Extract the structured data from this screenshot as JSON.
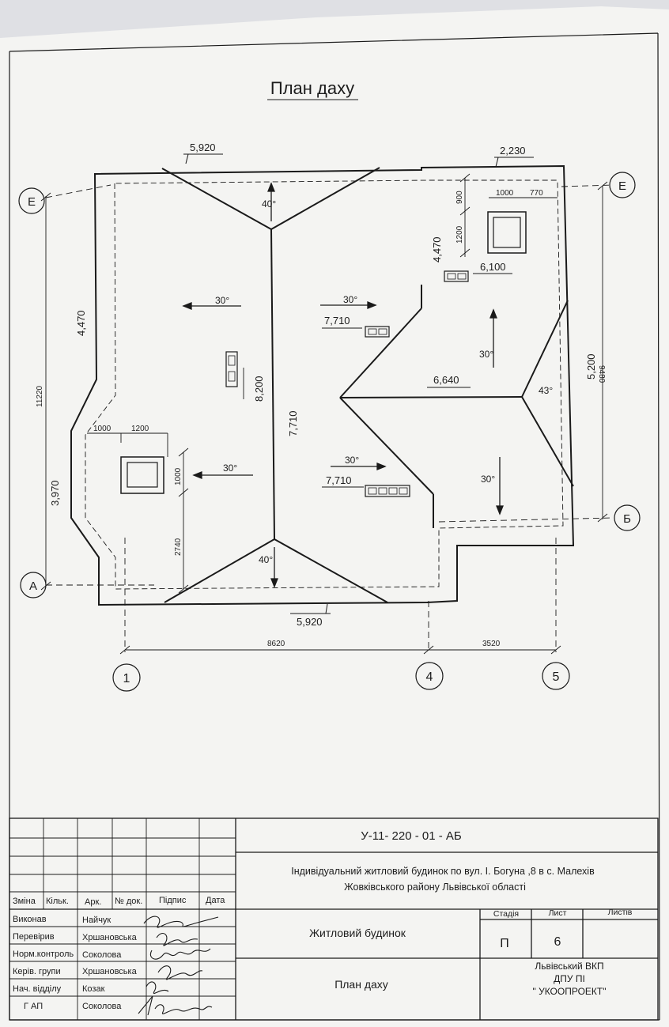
{
  "drawing": {
    "title": "План даху",
    "axis_letters": {
      "e_left": "Е",
      "e_right": "Е",
      "a_left": "А",
      "b_right": "Б"
    },
    "axis_numbers": {
      "n1": "1",
      "n4": "4",
      "n5": "5"
    },
    "dims_bottom": {
      "d8620": "8620",
      "d3520": "3520"
    },
    "dims_left": {
      "d11220": "11220",
      "d1000": "1000",
      "d1200": "1200",
      "d1000v": "1000",
      "d2740": "2740"
    },
    "dims_right": {
      "d9480": "9480",
      "d1000": "1000",
      "d770": "770",
      "d900": "900",
      "d1200": "1200"
    },
    "levels": {
      "top_left": "5,920",
      "top_right": "2,230",
      "left_upper": "4,470",
      "left_lower": "3,970",
      "center_vert": "8,200",
      "ridge": "7,710",
      "right_upper": "4,470",
      "right_chimney": "6,100",
      "mid_chimney": "7,710",
      "valley": "6,640",
      "right_side": "5,200",
      "lower_chimney": "7,710",
      "bottom": "5,920"
    },
    "slopes": {
      "top_hip": "40°",
      "bottom_hip": "40°",
      "left_upper": "30°",
      "left_lower": "30°",
      "center_upper": "30°",
      "center_lower": "30°",
      "right_upper": "30°",
      "right_lower": "30°",
      "right_hip": "43°"
    }
  },
  "title_block": {
    "code": "У-11- 220 - 01 - АБ",
    "project_line1": "Індивідуальний житловий будинок по вул. І. Богуна ,8 в с. Малехів",
    "project_line2": "Жовківського району Львівської області",
    "building": "Житловий будинок",
    "sheet_name": "План даху",
    "headers": {
      "change": "Зміна",
      "qty": "Кільк.",
      "sheet": "Арк.",
      "doc": "№ док.",
      "sign": "Підпис",
      "date": "Дата"
    },
    "roles": [
      {
        "role": "Виконав",
        "name": "Найчук"
      },
      {
        "role": "Перевірив",
        "name": "Хршановська"
      },
      {
        "role": "Норм.контроль",
        "name": "Соколова"
      },
      {
        "role": "Керів. групи",
        "name": "Хршановська"
      },
      {
        "role": "Нач. відділу",
        "name": "Козак"
      },
      {
        "role": "Г АП",
        "name": "Соколова"
      }
    ],
    "stage_label": "Стадія",
    "sheet_label": "Лист",
    "sheets_label": "Листів",
    "stage": "П",
    "sheet_no": "6",
    "org_line1": "Львівський ВКП",
    "org_line2": "ДПУ ПІ",
    "org_line3": "\" УКООПРОЕКТ\""
  }
}
